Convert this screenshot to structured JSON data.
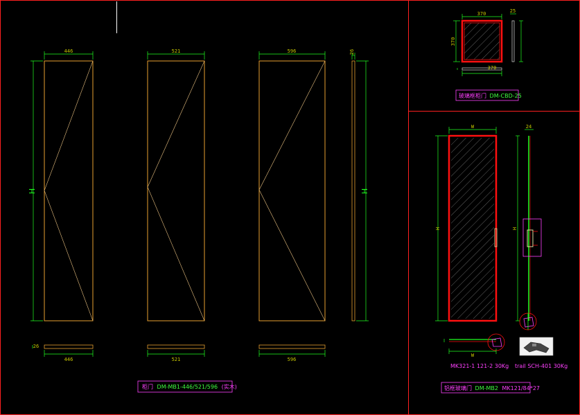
{
  "drawing": {
    "colors": {
      "background": "#000000",
      "panel_border": "#ff2020",
      "outline": "#e8a030",
      "dimension": "#20ff20",
      "dim_text": "#c8c800",
      "magenta": "#ff20ff",
      "red": "#ff1010",
      "white": "#e0e0e0",
      "title_green": "#40ff40",
      "title_magenta": "#ff40ff"
    },
    "main": {
      "doors": [
        {
          "width_label": "446",
          "bottom_label": "446"
        },
        {
          "width_label": "521",
          "bottom_label": "521"
        },
        {
          "width_label": "596",
          "bottom_label": "596"
        }
      ],
      "height_label": "H",
      "side_thickness_label": "26",
      "plan_thickness_label": "26",
      "title_prefix": "柜门",
      "title_code": "DM-MB1-446/521/596",
      "title_suffix": "(实木)"
    },
    "top_right": {
      "width_label": "370",
      "height_label": "370",
      "thickness_label": "25",
      "bottom_label": "370",
      "title_prefix": "玻璃框柜门",
      "title_code": "DM-CBD-25"
    },
    "bottom_right": {
      "width_label": "W",
      "bottom_width_label": "W",
      "height_label": "H",
      "side_height_label": "H",
      "top_thickness_label": "24",
      "hardware_left_label": "MK321-1 121-2 30Kg",
      "hardware_right_label": "trail SCH-401 30Kg",
      "title_prefix": "铝框玻璃门",
      "title_code": "DM-MB2",
      "title_model": "MK121/84*27"
    }
  }
}
